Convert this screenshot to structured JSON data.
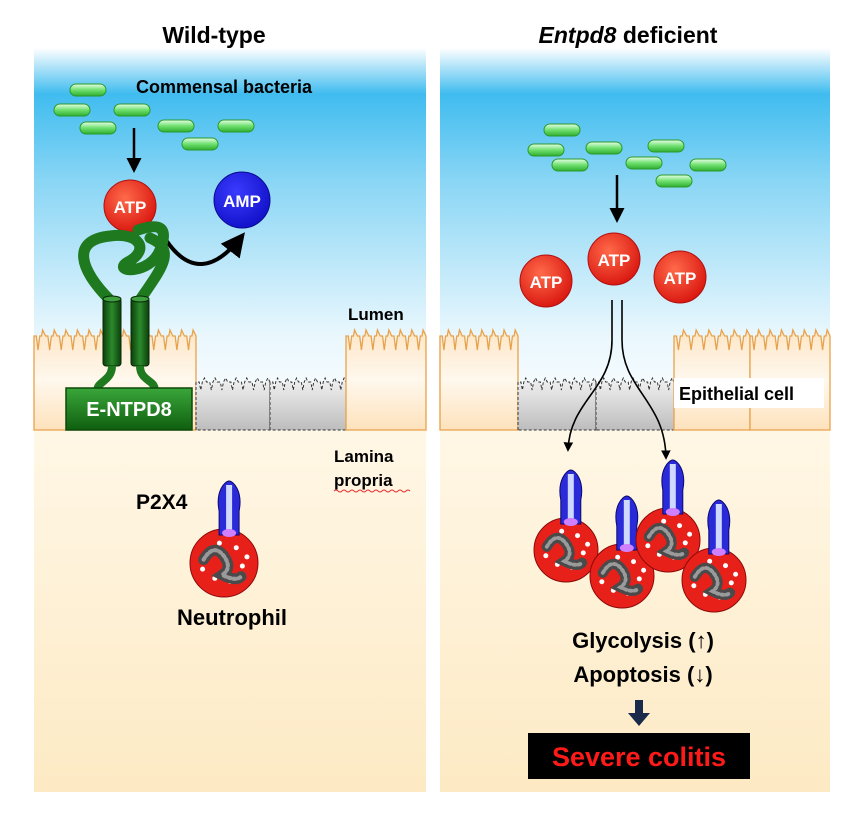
{
  "left_panel": {
    "title": "Wild-type",
    "bacteria_label": "Commensal bacteria",
    "atp": "ATP",
    "amp": "AMP",
    "enzyme": "E-NTPD8",
    "lumen": "Lumen",
    "lamina_line1": "Lamina",
    "lamina_line2": "propria",
    "receptor": "P2X4",
    "cell": "Neutrophil"
  },
  "right_panel": {
    "title_gene": "Entpd8",
    "title_rest": " deficient",
    "atp": "ATP",
    "epithelial": "Epithelial cell",
    "glycolysis": "Glycolysis (↑)",
    "apoptosis": "Apoptosis (↓)",
    "outcome": "Severe colitis"
  },
  "colors": {
    "lumen_top": "#e8f7ff",
    "lumen_bottom": "#1ba8e3",
    "tissue": "#fdf1d8",
    "atp_red": "#e8201a",
    "amp_blue": "#1a1ae0",
    "enzyme_green": "#1d7a1d",
    "bacteria_green": "#6fe06f",
    "outcome_text": "#ff1a1a"
  }
}
